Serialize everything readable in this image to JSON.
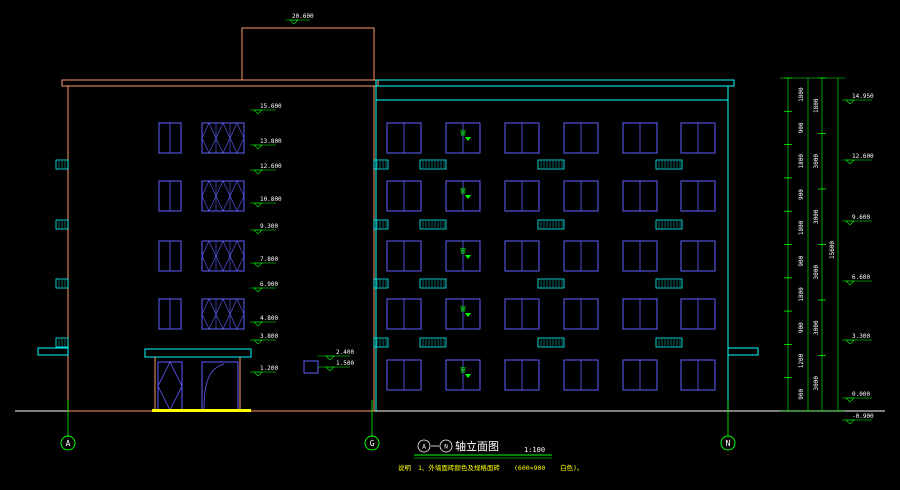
{
  "drawing": {
    "roof_top_elevation": "20.600",
    "level_marks_left": [
      "15.600",
      "13.800",
      "12.600",
      "10.800",
      "9.300",
      "7.800",
      "6.900",
      "4.800",
      "3.800",
      "1.200"
    ],
    "level_marks_right": [
      "14.950",
      "12.600",
      "9.600",
      "6.600",
      "3.300",
      "0.000",
      "-0.900"
    ],
    "dimension_labels_col1": [
      "1800",
      "900",
      "1800",
      "900",
      "1800",
      "900",
      "1800",
      "900",
      "1200",
      "900"
    ],
    "dimension_labels_col2": [
      "1800",
      "3000",
      "3000",
      "3000",
      "3000",
      "3000"
    ],
    "dimension_total": "15600",
    "entrance_marks": [
      "2.400",
      "1.500"
    ],
    "window_labels": [
      "窗",
      "窗",
      "窗",
      "窗",
      "窗"
    ],
    "axes": [
      "A",
      "G",
      "N"
    ],
    "title": {
      "axis_from": "A",
      "axis_to": "N",
      "name": "轴立面图",
      "scale": "1:100"
    },
    "note": {
      "prefix": "说明",
      "text": "1、外墙面砖颜色及规格面砖",
      "spec": "(600×900",
      "suffix": "白色)。"
    },
    "colors": {
      "background": "#000000",
      "outline_left": "#ff9966",
      "outline_right": "#00ffff",
      "windows": "#6060ff",
      "levels": "#00ff00",
      "ground": "#ffffff",
      "door_base": "#ffff00"
    }
  }
}
